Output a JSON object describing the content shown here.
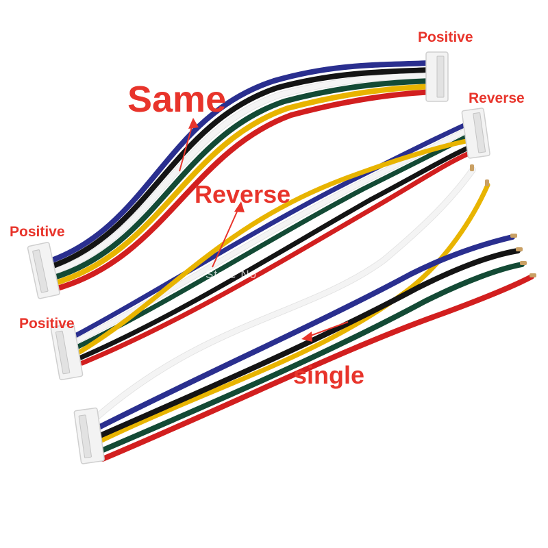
{
  "labels": {
    "same": "Same",
    "reverse_mid": "Reverse",
    "positive_top": "Positive",
    "reverse_top": "Reverse",
    "positive_left_upper": "Positive",
    "positive_left_lower": "Positive",
    "single": "single",
    "watermark": "Store No"
  },
  "colors": {
    "label_text": "#e8342b",
    "arrow": "#e8342b",
    "wire_blue": "#2a2f8f",
    "wire_black": "#141414",
    "wire_white": "#f4f4f4",
    "wire_green": "#134a35",
    "wire_yellow": "#e8b400",
    "wire_red": "#d21f1f",
    "connector": "#f3f3f3",
    "connector_outline": "#cfcfcf"
  }
}
